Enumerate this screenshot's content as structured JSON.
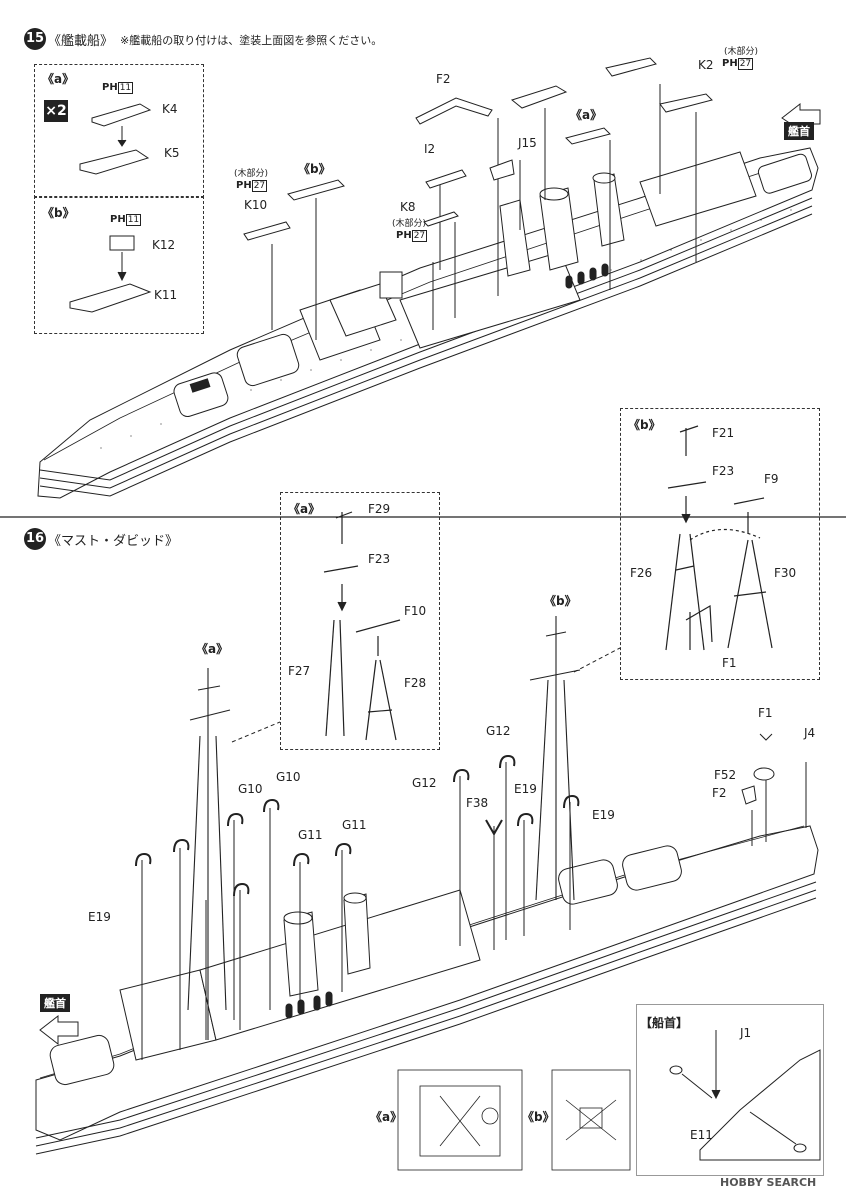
{
  "step15": {
    "number": "15",
    "title": "《艦載船》",
    "note": "※艦載船の取り付けは、塗装上面図を参照ください。",
    "box_a": {
      "label": "《a》",
      "multiplier": "×2",
      "ph_num": "11",
      "parts": [
        "K4",
        "K5"
      ]
    },
    "box_b": {
      "label": "《b》",
      "ph_num": "11",
      "parts": [
        "K12",
        "K11"
      ]
    },
    "parts": {
      "f2": "F2",
      "k2": "K2",
      "k2_note": "(木部分)",
      "k2_ph": "27",
      "a_mark": "《a》",
      "j15": "J15",
      "i2": "I2",
      "k8": "K8",
      "k8_note": "(木部分)",
      "k8_ph": "27",
      "b_mark": "《b》",
      "k10": "K10",
      "k10_note": "(木部分)",
      "k10_ph": "27"
    },
    "bow_label": "艦首"
  },
  "step16": {
    "number": "16",
    "title": "《マスト・ダビッド》",
    "box_a": {
      "label": "《a》",
      "parts": [
        "F29",
        "F23",
        "F10",
        "F27",
        "F28"
      ]
    },
    "box_b": {
      "label": "《b》",
      "parts": [
        "F21",
        "F23",
        "F9",
        "F26",
        "F30",
        "F1"
      ]
    },
    "parts": {
      "a_mark": "《a》",
      "b_mark": "《b》",
      "g12a": "G12",
      "g12b": "G12",
      "g10a": "G10",
      "g10b": "G10",
      "g11a": "G11",
      "g11b": "G11",
      "f38": "F38",
      "e19a": "E19",
      "e19b": "E19",
      "e19c": "E19",
      "f1": "F1",
      "f52": "F52",
      "f2": "F2",
      "j4": "J4"
    },
    "bow_label": "艦首",
    "detail_a": "《a》",
    "detail_b": "《b》",
    "bow_box": {
      "label": "【船首】",
      "j1": "J1",
      "e11": "E11"
    }
  },
  "watermark": "HOBBY SEARCH",
  "ph_symbol": "PH"
}
